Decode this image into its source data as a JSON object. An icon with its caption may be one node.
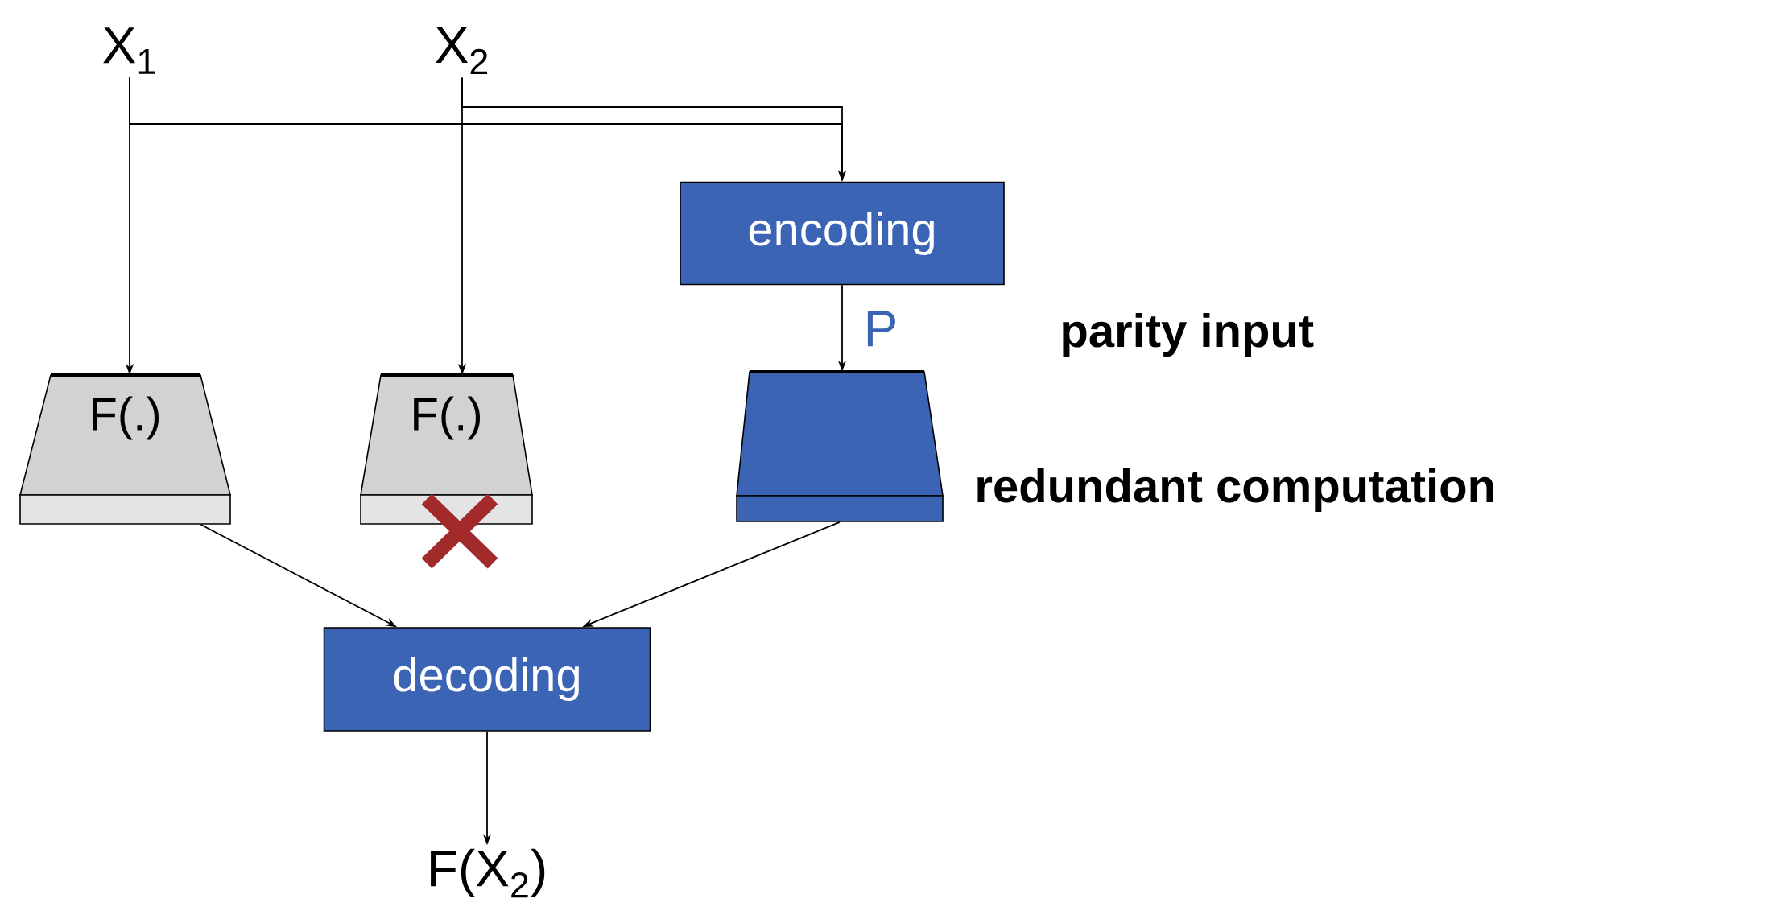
{
  "diagram": {
    "nodes": [
      {
        "text": [
          "X$_{1}$"
        ]
      },
      {
        "text": [
          "X$_{2}$"
        ]
      },
      {
        "text": [
          "encoding"
        ]
      },
      {
        "text": [
          "F(.)"
        ]
      },
      {
        "text": [
          "F(.)"
        ]
      },
      {
        "text": [],
        "shape": "trapezoid"
      },
      {
        "text": [
          "decoding"
        ]
      },
      {
        "text": [
          "F(X$_{2}$)"
        ]
      }
    ],
    "edges": [
      {
        "from": 0,
        "to": 3,
        "arrow": "to"
      },
      {
        "from": 1,
        "to": 4,
        "arrow": "to"
      },
      {
        "from": 0,
        "to": 2,
        "arrow": "to"
      },
      {
        "from": 1,
        "to": 2,
        "arrow": "to"
      },
      {
        "from": 2,
        "to": 5,
        "arrow": "to",
        "label": "P"
      },
      {
        "from": 3,
        "to": 6,
        "arrow": "to"
      },
      {
        "from": 5,
        "to": 6,
        "arrow": "to"
      },
      {
        "from": 6,
        "to": 7,
        "arrow": "to"
      }
    ],
    "labels": [
      "parity input",
      "redundant computation"
    ]
  }
}
